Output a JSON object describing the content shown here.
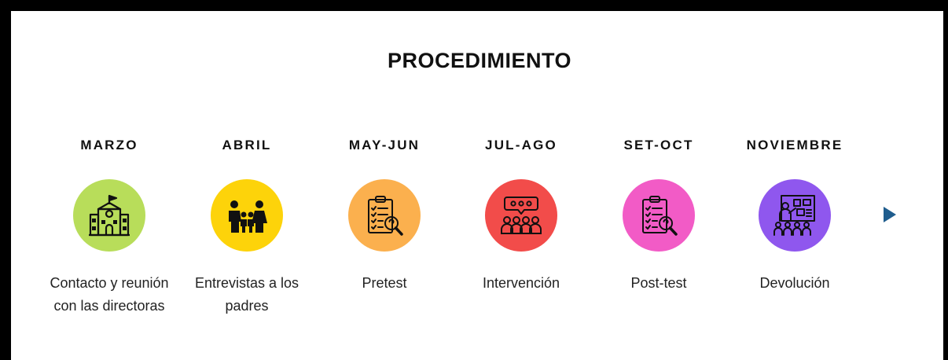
{
  "title": "PROCEDIMIENTO",
  "steps": [
    {
      "period": "MARZO",
      "label": "Contacto y reunión con las directoras",
      "icon": "school-icon",
      "color": "#b8dd5a"
    },
    {
      "period": "ABRIL",
      "label": "Entrevistas a los padres",
      "icon": "family-icon",
      "color": "#fdd30a"
    },
    {
      "period": "MAY-JUN",
      "label": "Pretest",
      "icon": "clipboard-search-icon",
      "color": "#fbb04e"
    },
    {
      "period": "JUL-AGO",
      "label": "Intervención",
      "icon": "group-discussion-icon",
      "color": "#f24c4a"
    },
    {
      "period": "SET-OCT",
      "label": "Post-test",
      "icon": "clipboard-search-icon",
      "color": "#f25bc6"
    },
    {
      "period": "NOVIEMBRE",
      "label": "Devolución",
      "icon": "presentation-board-icon",
      "color": "#8f57ee"
    }
  ],
  "line_colors": {
    "start": "#63dde3",
    "mid": "#3fc8cb",
    "end": "#1f5d8e"
  }
}
